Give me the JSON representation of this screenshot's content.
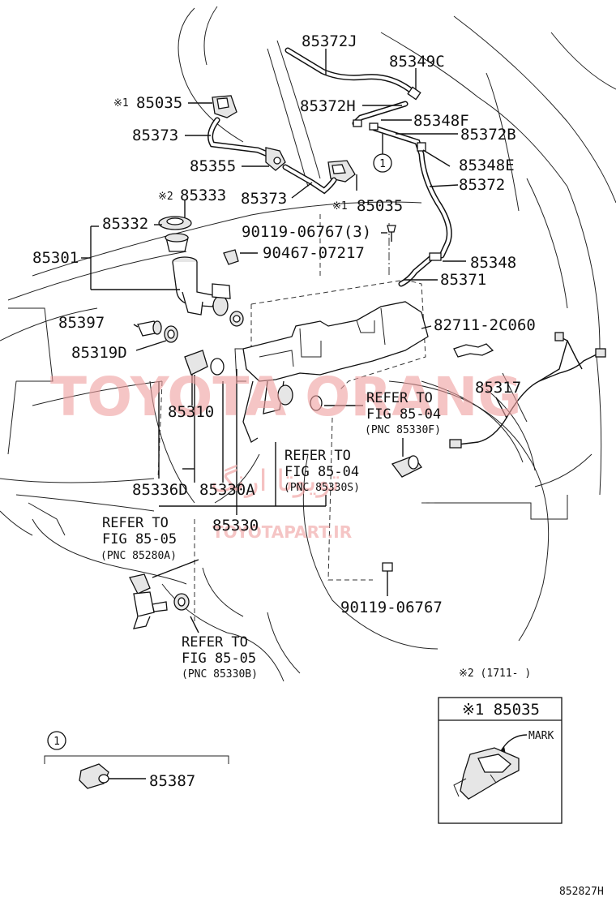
{
  "diagram_id": "852827H",
  "watermark": {
    "brand": "TOYOTA ORANG",
    "site": "TOYOTAPART.IR",
    "persian": "تویوتا ارنگ"
  },
  "labels": {
    "p85372J": "85372J",
    "p85349C": "85349C",
    "p85035a_mark": "※1",
    "p85035a": "85035",
    "p85372H": "85372H",
    "p85348F": "85348F",
    "p85373a": "85373",
    "p85372B": "85372B",
    "p85355": "85355",
    "p85348E": "85348E",
    "p85333_mark": "※2",
    "p85333": "85333",
    "p85373b": "85373",
    "p85035b_mark": "※1",
    "p85035b": "85035",
    "p85372": "85372",
    "p85332": "85332",
    "p90119_3": "90119-06767(3)",
    "p85301": "85301",
    "p90467": "90467-07217",
    "p85348": "85348",
    "p85371": "85371",
    "p85397": "85397",
    "p82711": "82711-2C060",
    "p85319D": "85319D",
    "p85310": "85310",
    "p85317": "85317",
    "p85336D": "85336D",
    "p85330A": "85330A",
    "p85330": "85330",
    "p90119": "90119-06767",
    "p85387": "85387"
  },
  "refs": {
    "ref1": {
      "line1": "REFER TO",
      "line2": "FIG 85-04",
      "line3": "(PNC 85330F)"
    },
    "ref2": {
      "line1": "REFER TO",
      "line2": "FIG 85-04",
      "line3": "(PNC 85330S)"
    },
    "ref3": {
      "line1": "REFER TO",
      "line2": "FIG 85-05",
      "line3": "(PNC 85280A)"
    },
    "ref4": {
      "line1": "REFER TO",
      "line2": "FIG 85-05",
      "line3": "(PNC 85330B)"
    }
  },
  "callout_1": "1",
  "footnote_2": "※2 (1711-     )",
  "inset": {
    "title": "※1 85035",
    "mark": "MARK"
  }
}
